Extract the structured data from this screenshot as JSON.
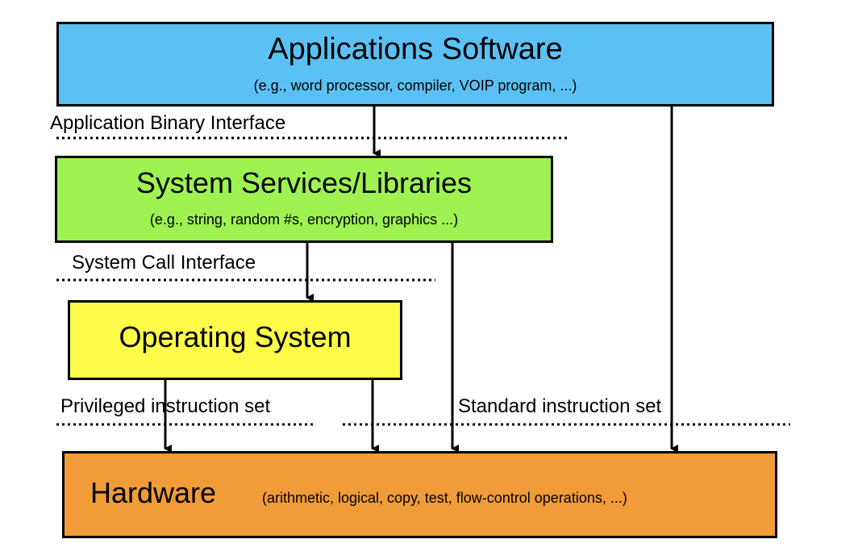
{
  "layers": {
    "applications": {
      "title": "Applications Software",
      "subtitle": "(e.g., word processor, compiler, VOIP program, ...)",
      "color": "#5bc1f5"
    },
    "libraries": {
      "title": "System Services/Libraries",
      "subtitle": "(e.g., string, random #s, encryption, graphics ...)",
      "color": "#9ef251"
    },
    "os": {
      "title": "Operating System",
      "color": "#fdfc49"
    },
    "hardware": {
      "title": "Hardware",
      "subtitle": "(arithmetic, logical, copy, test, flow-control operations, ...)",
      "color": "#f09c38"
    }
  },
  "interfaces": {
    "abi": "Application Binary Interface",
    "syscall": "System Call Interface",
    "privileged": "Privileged instruction set",
    "standard": "Standard instruction set"
  }
}
